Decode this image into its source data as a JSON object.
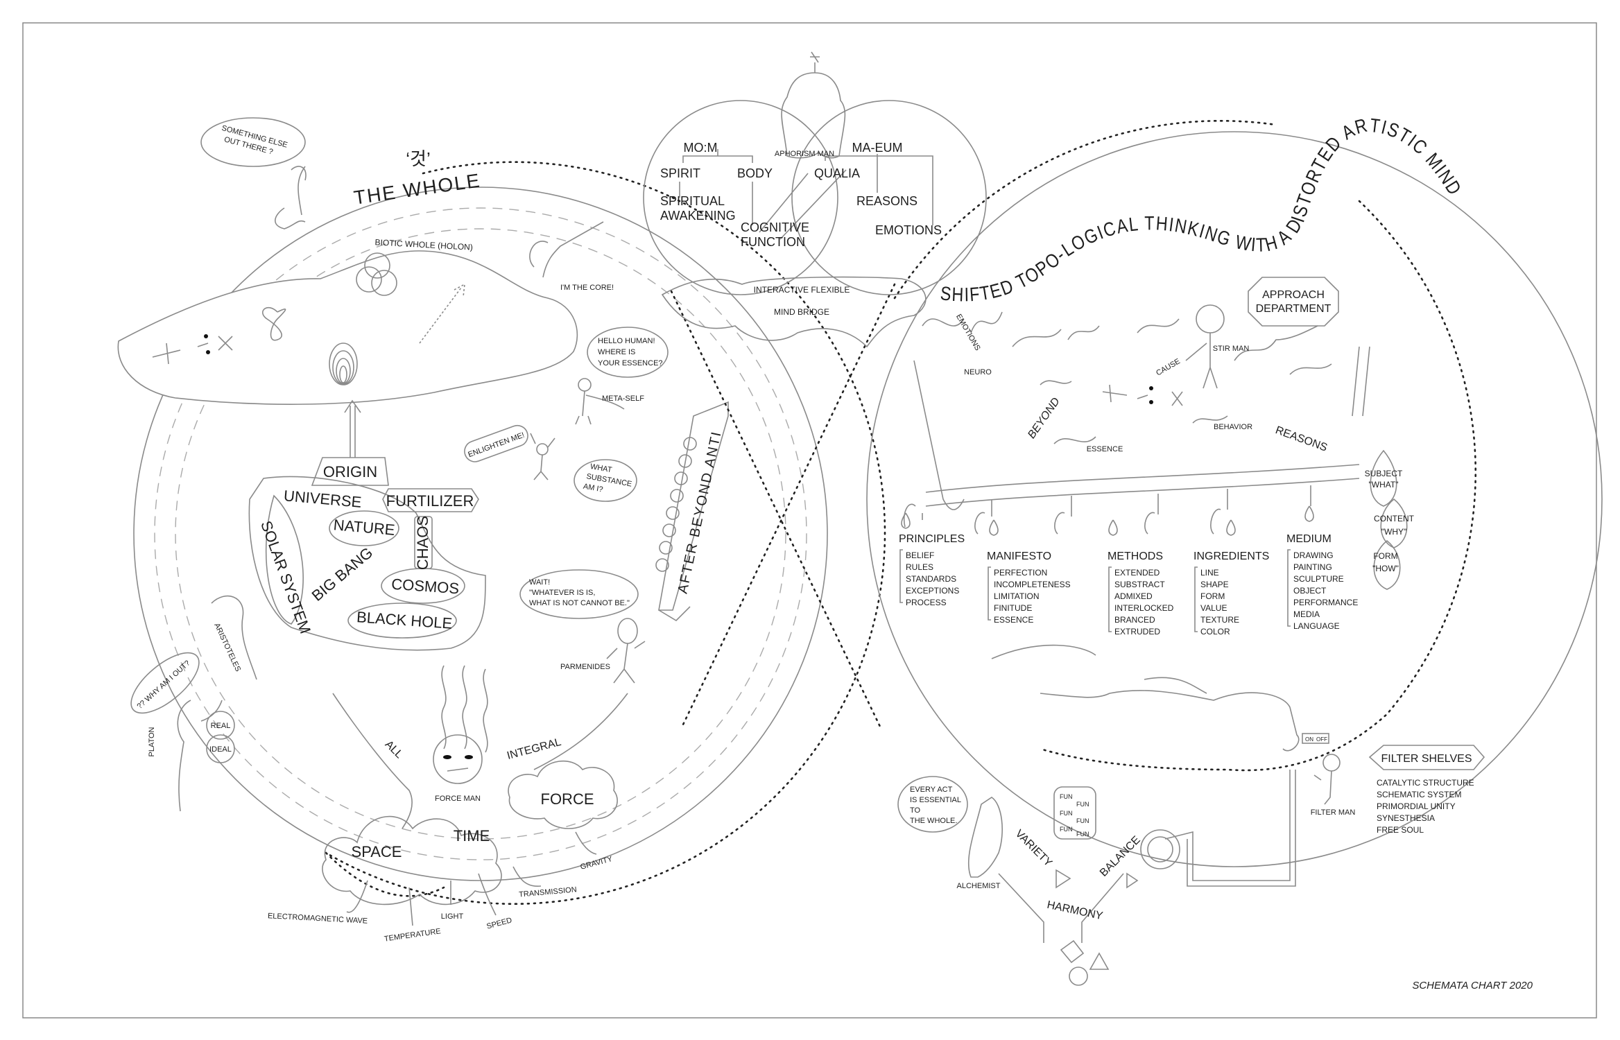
{
  "left": {
    "korean": "‘것’",
    "the_whole": "THE WHOLE",
    "biotic_whole": "BIOTIC WHOLE (HOLON)",
    "im_the_core": "I'M THE CORE!",
    "something_else": [
      "SOMETHING ELSE",
      "OUT THERE ?"
    ],
    "hello_human": [
      "HELLO HUMAN!",
      "WHERE IS",
      "YOUR ESSENCE?"
    ],
    "meta_self": "META-SELF",
    "enlighten_me": "ENLIGHTEN ME!",
    "what_substance": [
      "WHAT",
      "SUBSTANCE",
      "AM I?"
    ],
    "wait": [
      "WAIT!",
      "\"WHATEVER IS IS,",
      "WHAT IS NOT CANNOT BE.\""
    ],
    "parmenides": "PARMENIDES",
    "aristoteles": "ARISTOTELES",
    "platon": "PLATON",
    "why_am_i_out": "?? WHY AM I OUT?",
    "real": "REAL",
    "ideal": "IDEAL",
    "after_beyond_anti": "AFTER BEYOND ANTI",
    "blocks": {
      "origin": "ORIGIN",
      "furtilizer": "FURTILIZER",
      "universe": "UNIVERSE",
      "nature": "NATURE",
      "chaos": "CHAOS",
      "solar_system": "SOLAR SYSTEM",
      "big_bang": "BIG BANG",
      "cosmos": "COSMOS",
      "black_hole": "BLACK HOLE"
    },
    "force_tree": {
      "all": "ALL",
      "integral": "INTEGRAL",
      "force_man": "FORCE MAN",
      "force": "FORCE",
      "time": "TIME",
      "space": "SPACE",
      "gravity": "GRAVITY",
      "transmission": "TRANSMISSION",
      "electromagnetic_wave": "ELECTROMAGNETIC WAVE",
      "light": "LIGHT",
      "temperature": "TEMPERATURE",
      "speed": "SPEED"
    }
  },
  "center": {
    "mom": "MO:M",
    "maeum": "MA-EUM",
    "aphorism_man": "APHORISM MAN",
    "spirit": "SPIRIT",
    "body": "BODY",
    "qualia": "QUALIA",
    "spiritual": "SPIRITUAL",
    "awakening": "AWAKENING",
    "reasons": "REASONS",
    "cognitive": "COGNITIVE",
    "function": "FUNCTION",
    "emotions": "EMOTIONS",
    "bridge_line1": "INTERACTIVE FLEXIBLE",
    "bridge_line2": "MIND BRIDGE"
  },
  "right": {
    "title": "SHIFTED TOPO-LOGICAL THINKING WITH A DISTORTED ARTISTIC MIND",
    "approach": [
      "APPROACH",
      "DEPARTMENT"
    ],
    "emotions": "EMOTIONS",
    "neuro": "NEURO",
    "cause": "CAUSE",
    "stir_man": "STIR MAN",
    "beyond": "BEYOND",
    "essence": "ESSENCE",
    "behavior": "BEHAVIOR",
    "reasons": "REASONS",
    "subject": [
      "SUBJECT",
      "\"WHAT\""
    ],
    "content": [
      "CONTENT",
      "\"WHY\""
    ],
    "form": [
      "FORM",
      "\"HOW\""
    ],
    "lists": [
      {
        "title": "PRINCIPLES",
        "items": [
          "BELIEF",
          "RULES",
          "STANDARDS",
          "EXCEPTIONS",
          "PROCESS"
        ]
      },
      {
        "title": "MANIFESTO",
        "items": [
          "PERFECTION",
          "INCOMPLETENESS",
          "LIMITATION",
          "FINITUDE",
          "ESSENCE"
        ]
      },
      {
        "title": "METHODS",
        "items": [
          "EXTENDED",
          "SUBSTRACT",
          "ADMIXED",
          "INTERLOCKED",
          "BRANCED",
          "EXTRUDED"
        ]
      },
      {
        "title": "INGREDIENTS",
        "items": [
          "LINE",
          "SHAPE",
          "FORM",
          "VALUE",
          "TEXTURE",
          "COLOR"
        ]
      },
      {
        "title": "MEDIUM",
        "items": [
          "DRAWING",
          "PAINTING",
          "SCULPTURE",
          "OBJECT",
          "PERFORMANCE",
          "MEDIA",
          "LANGUAGE"
        ]
      }
    ],
    "switch_on": "ON",
    "switch_off": "OFF",
    "filter_shelves": "FILTER SHELVES",
    "filter_items": [
      "CATALYTIC STRUCTURE",
      "SCHEMATIC SYSTEM",
      "PRIMORDIAL UNITY",
      "SYNESTHESIA",
      "FREE SOUL"
    ],
    "filter_man": "FILTER MAN",
    "every_act": [
      "EVERY ACT",
      "IS ESSENTIAL",
      "TO",
      "THE WHOLE."
    ],
    "alchemist": "ALCHEMIST",
    "fun": "FUN",
    "variety": "VARIETY",
    "balance": "BALANCE",
    "harmony": "HARMONY"
  },
  "footer": "SCHEMATA CHART 2020"
}
